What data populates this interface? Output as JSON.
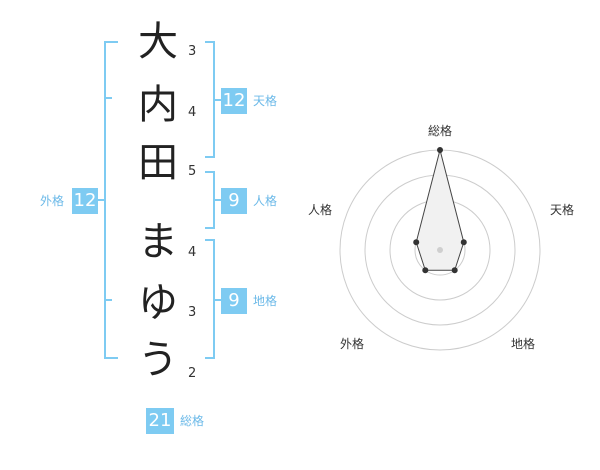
{
  "name": {
    "chars": [
      {
        "char": "大",
        "strokes": "3"
      },
      {
        "char": "内",
        "strokes": "4"
      },
      {
        "char": "田",
        "strokes": "5"
      },
      {
        "char": "ま",
        "strokes": "4"
      },
      {
        "char": "ゆ",
        "strokes": "3"
      },
      {
        "char": "う",
        "strokes": "2"
      }
    ]
  },
  "fortune": {
    "tenkaku": {
      "label": "天格",
      "value": "12"
    },
    "jinkaku": {
      "label": "人格",
      "value": "9"
    },
    "chikaku": {
      "label": "地格",
      "value": "9"
    },
    "gaikaku": {
      "label": "外格",
      "value": "12"
    },
    "soukaku": {
      "label": "総格",
      "value": "21"
    }
  },
  "chart_data": {
    "type": "radar",
    "axes": [
      "総格",
      "天格",
      "地格",
      "外格",
      "人格"
    ],
    "values": [
      1.0,
      0.25,
      0.25,
      0.25,
      0.25
    ],
    "rings": 4,
    "range": [
      0,
      1
    ]
  },
  "colors": {
    "accent": "#7ecbf2",
    "bracket": "#7ecbf2",
    "radar_fill": "#f1f1f1",
    "radar_stroke": "#444444",
    "grid": "#cccccc"
  }
}
